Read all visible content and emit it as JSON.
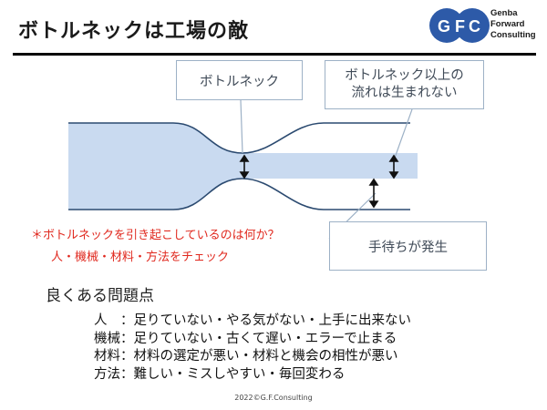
{
  "title": "ボトルネックは工場の敵",
  "logo": {
    "mark": "G-F-C",
    "name_lines": [
      "Genba",
      "Forward",
      "Consulting"
    ]
  },
  "callouts": {
    "bottleneck": "ボトルネック",
    "flow_line1": "ボトルネック以上の",
    "flow_line2": "流れは生まれない",
    "waiting": "手待ちが発生"
  },
  "question": {
    "line1": "＊ボトルネックを引き起こしているのは何か？",
    "line2": "人・機械・材料・方法をチェック"
  },
  "problems_heading": "良くある問題点",
  "problems": [
    {
      "label": "人　",
      "text": "：足りていない・やる気がない・上手に出来ない"
    },
    {
      "label": "機械",
      "text": "：足りていない・古くて遅い・エラーで止まる"
    },
    {
      "label": "材料",
      "text": "：材料の選定が悪い・材料と機会の相性が悪い"
    },
    {
      "label": "方法",
      "text": "：難しい・ミスしやすい・毎回変わる"
    }
  ],
  "footer": "2022©G.F.Consulting",
  "colors": {
    "flow_fill": "#c9daf0",
    "callout_border": "#9db1c6",
    "warning_text": "#e0281e",
    "logo_blue": "#2d5aa8"
  }
}
